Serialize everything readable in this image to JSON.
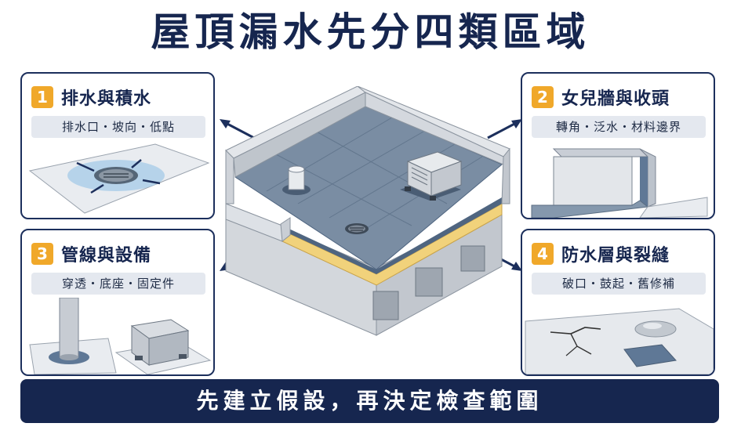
{
  "title": "屋頂漏水先分四類區域",
  "cards": [
    {
      "num": "1",
      "title": "排水與積水",
      "subtitle": "排水口・坡向・低點"
    },
    {
      "num": "2",
      "title": "女兒牆與收頭",
      "subtitle": "轉角・泛水・材料邊界"
    },
    {
      "num": "3",
      "title": "管線與設備",
      "subtitle": "穿透・底座・固定件"
    },
    {
      "num": "4",
      "title": "防水層與裂縫",
      "subtitle": "破口・鼓起・舊修補"
    }
  ],
  "banner": "先建立假設，再決定檢查範圍",
  "colors": {
    "navy": "#16264f",
    "accent": "#f0a82a",
    "subbar": "#e4e8ef",
    "membrane": "#6f8298",
    "insulation": "#f1d27b"
  }
}
